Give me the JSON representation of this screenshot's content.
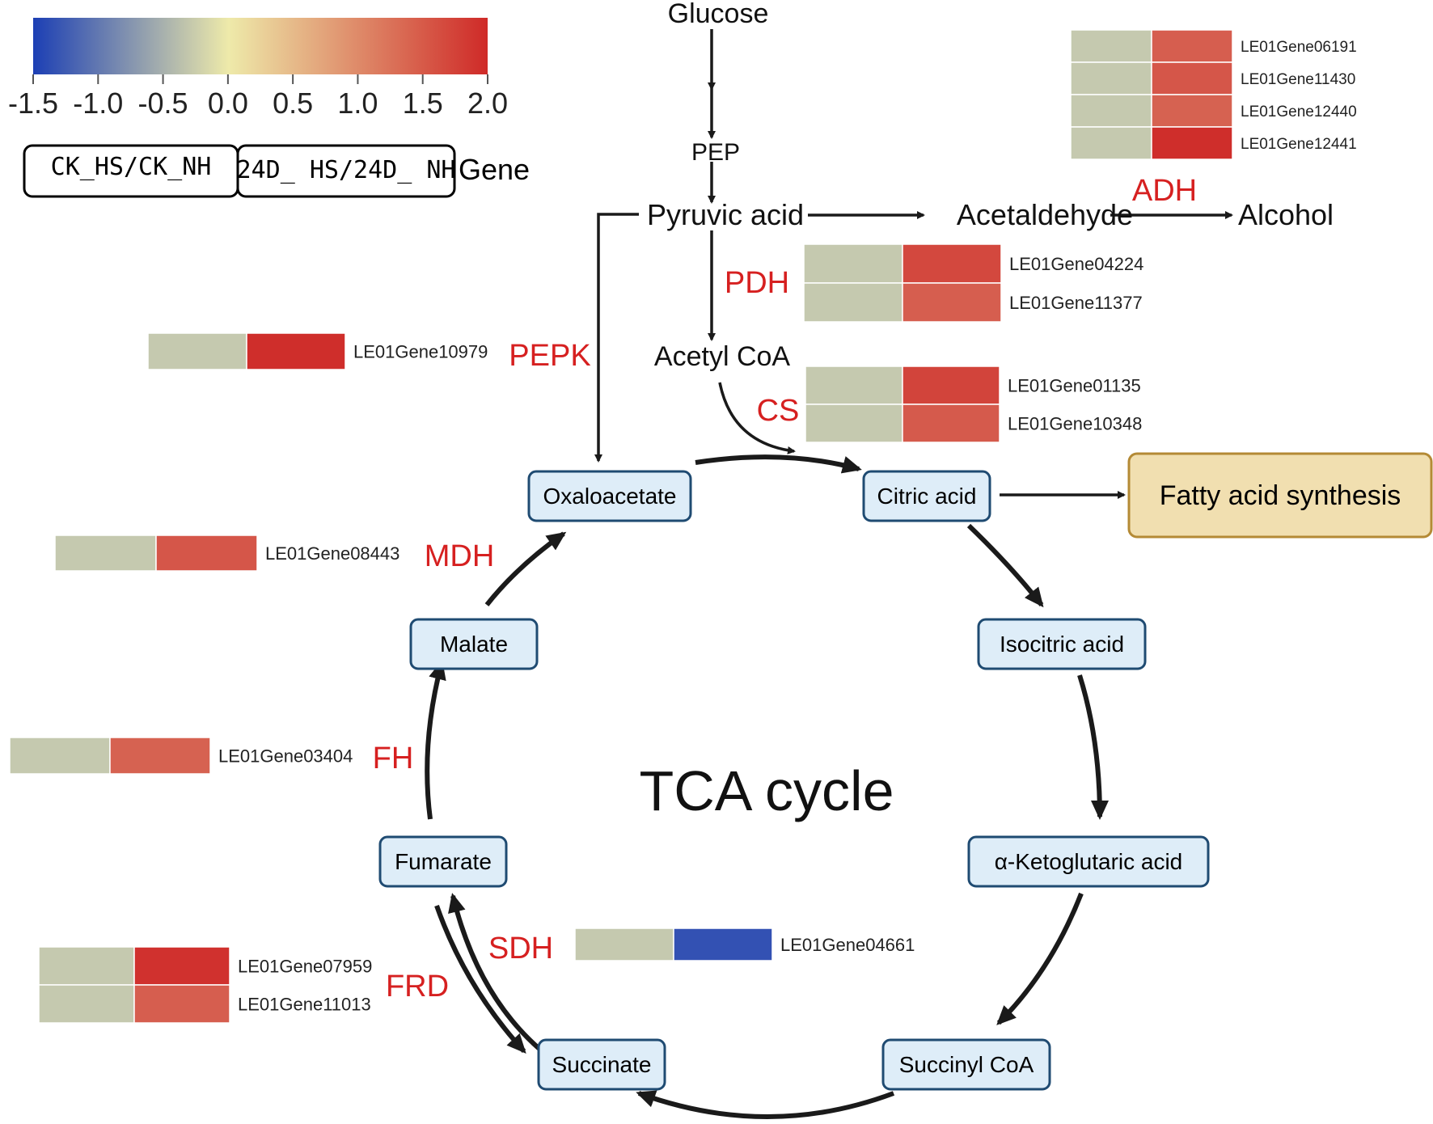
{
  "colorbar": {
    "ticks": [
      "-1.5",
      "-1.0",
      "-0.5",
      "0.0",
      "0.5",
      "1.0",
      "1.5",
      "2.0"
    ],
    "min": -1.5,
    "max": 2.0,
    "colors": [
      "#1c3fb4",
      "#eeeaaa",
      "#cf2a28"
    ]
  },
  "legend": {
    "col1": "CK_HS/CK_NH",
    "col2": "24D_ HS/24D_ NH",
    "gene_label": "Gene"
  },
  "metabolites": {
    "glucose": "Glucose",
    "pep": "PEP",
    "pyruvic_acid": "Pyruvic acid",
    "acetaldehyde": "Acetaldehyde",
    "alcohol": "Alcohol",
    "acetyl_coa": "Acetyl CoA"
  },
  "tca_title": "TCA cycle",
  "cycle_nodes": {
    "oxaloacetate": "Oxaloacetate",
    "citric_acid": "Citric acid",
    "isocitric_acid": "Isocitric acid",
    "ketoglutaric_acid": "α-Ketoglutaric acid",
    "succinyl_coa": "Succinyl CoA",
    "succinate": "Succinate",
    "fumarate": "Fumarate",
    "malate": "Malate"
  },
  "fatty_acid": "Fatty acid synthesis",
  "enzymes": {
    "adh": "ADH",
    "pdh": "PDH",
    "cs": "CS",
    "pepk": "PEPK",
    "mdh": "MDH",
    "fh": "FH",
    "sdh": "SDH",
    "frd": "FRD"
  },
  "gene_heatmaps": {
    "adh": [
      {
        "gene": "LE01Gene06191",
        "ck": 0.0,
        "d24": 1.3
      },
      {
        "gene": "LE01Gene11430",
        "ck": 0.0,
        "d24": 1.4
      },
      {
        "gene": "LE01Gene12440",
        "ck": 0.0,
        "d24": 1.25
      },
      {
        "gene": "LE01Gene12441",
        "ck": 0.0,
        "d24": 1.95
      }
    ],
    "pdh": [
      {
        "gene": "LE01Gene04224",
        "ck": 0.0,
        "d24": 1.6
      },
      {
        "gene": "LE01Gene11377",
        "ck": 0.0,
        "d24": 1.3
      }
    ],
    "cs": [
      {
        "gene": "LE01Gene01135",
        "ck": 0.0,
        "d24": 1.65
      },
      {
        "gene": "LE01Gene10348",
        "ck": 0.0,
        "d24": 1.35
      }
    ],
    "pepk": [
      {
        "gene": "LE01Gene10979",
        "ck": 0.0,
        "d24": 1.95
      }
    ],
    "mdh": [
      {
        "gene": "LE01Gene08443",
        "ck": 0.0,
        "d24": 1.4
      }
    ],
    "fh": [
      {
        "gene": "LE01Gene03404",
        "ck": 0.0,
        "d24": 1.25
      }
    ],
    "sdh": [
      {
        "gene": "LE01Gene04661",
        "ck": 0.0,
        "d24": -1.3
      }
    ],
    "frd": [
      {
        "gene": "LE01Gene07959",
        "ck": 0.0,
        "d24": 1.9
      },
      {
        "gene": "LE01Gene11013",
        "ck": 0.0,
        "d24": 1.3
      }
    ]
  }
}
